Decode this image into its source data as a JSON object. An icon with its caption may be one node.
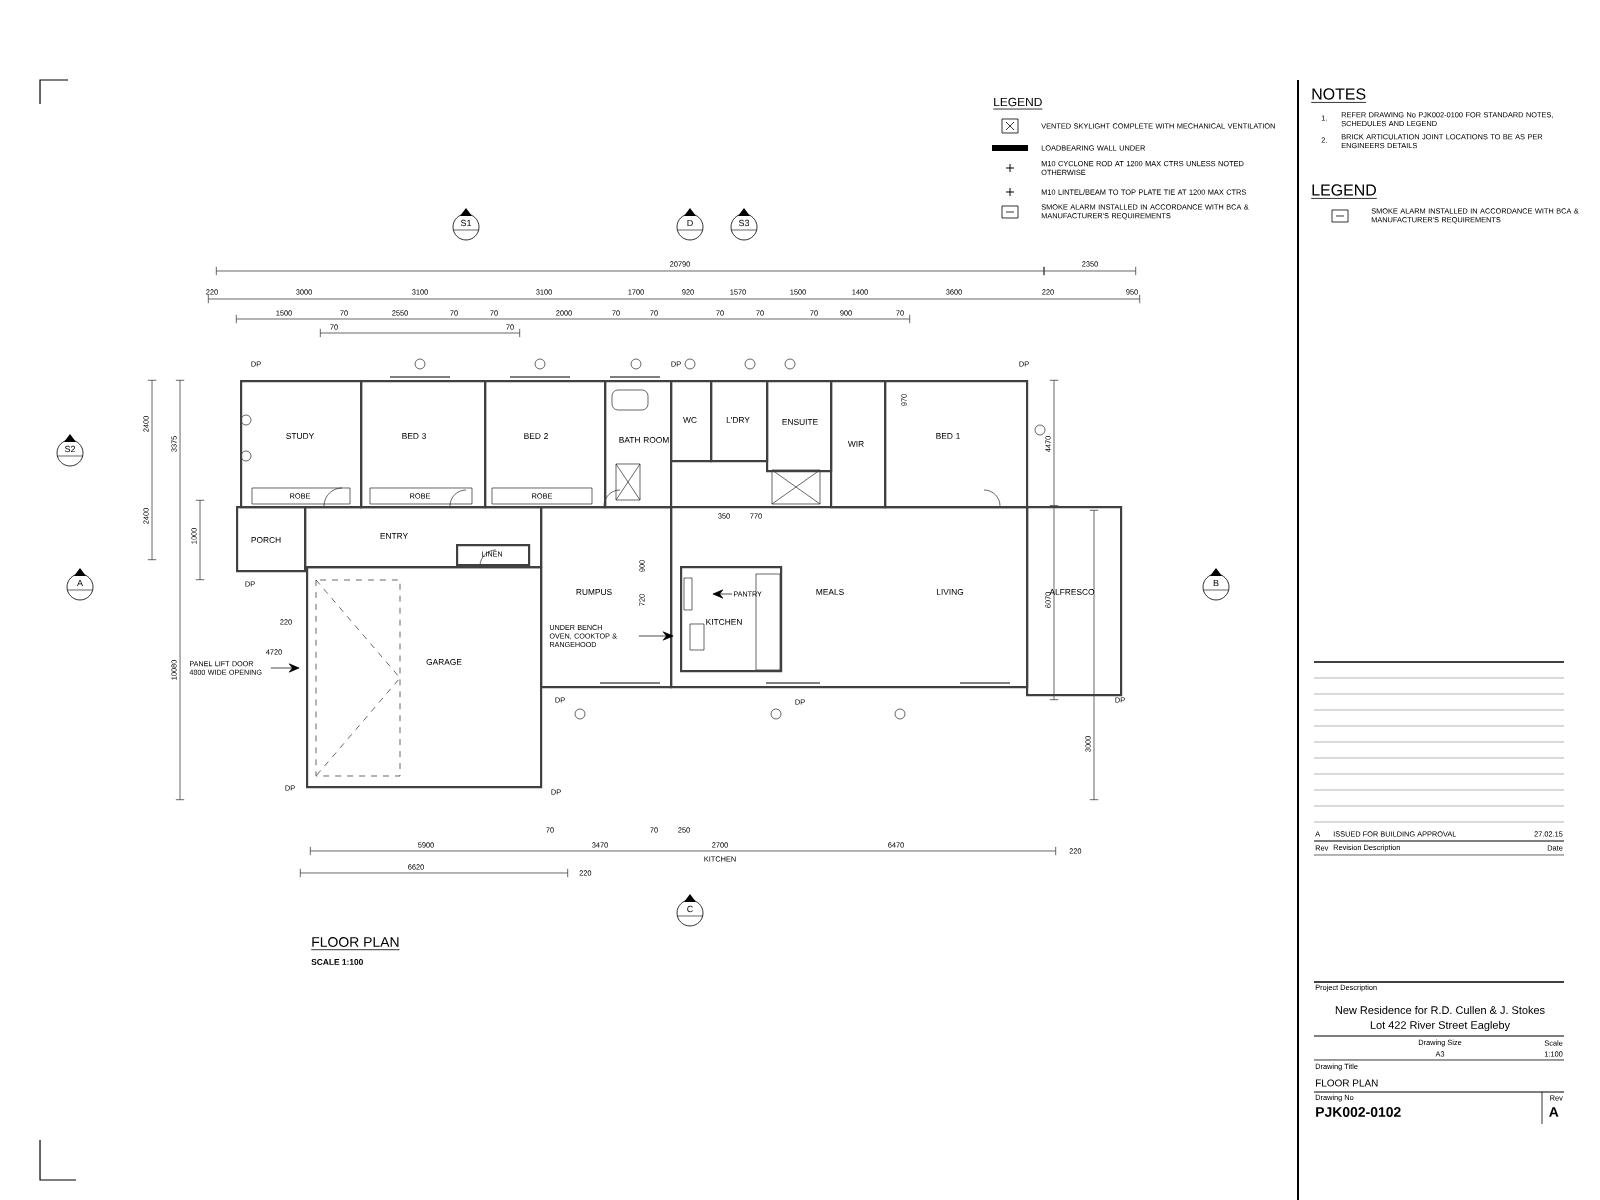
{
  "diagram": {
    "title": "FLOOR PLAN",
    "nodes": [
      {
        "text": [
          "STUDY"
        ]
      },
      {
        "text": [
          "BED 3"
        ]
      },
      {
        "text": [
          "BED 2"
        ]
      },
      {
        "text": [
          "BATH ROOM"
        ]
      },
      {
        "text": [
          "WC"
        ]
      },
      {
        "text": [
          "L'DRY"
        ]
      },
      {
        "text": [
          "ENSUITE"
        ]
      },
      {
        "text": [
          "WIR"
        ]
      },
      {
        "text": [
          "BED 1"
        ]
      },
      {
        "text": [
          "PORCH"
        ]
      },
      {
        "text": [
          "ENTRY"
        ]
      },
      {
        "text": [
          "LINEN"
        ],
        "in": 10
      },
      {
        "text": [
          "GARAGE"
        ]
      },
      {
        "text": [
          "RUMPUS"
        ]
      },
      {
        "text": [
          "KITCHEN"
        ],
        "in": 15
      },
      {
        "text": [
          "MEALS",
          "LIVING"
        ]
      },
      {
        "text": [
          "ALFRESCO"
        ]
      },
      {
        "text": [
          "PANTRY"
        ],
        "in": 14
      },
      {
        "text": [
          "UNDER BENCH OVEN, COOKTOP & RANGEHOOD"
        ],
        "in": 13
      },
      {
        "text": [
          "PANEL LIFT DOOR 4800 WIDE OPENING"
        ]
      }
    ],
    "edges": [
      {
        "from": 17,
        "to": null,
        "arrow": "to"
      },
      {
        "from": 18,
        "to": 14,
        "arrow": "to"
      },
      {
        "from": 19,
        "to": 12,
        "arrow": "to"
      }
    ],
    "labels": [
      "LEGEND",
      "NOTES",
      "1.",
      "REFER DRAWING No PJK002-0100 FOR STANDARD NOTES, SCHEDULES AND LEGEND",
      "2.",
      "BRICK ARTICULATION JOINT LOCATIONS TO BE AS PER ENGINEERS DETAILS",
      "LEGEND",
      "20790",
      "2350",
      "220",
      "3000",
      "3100",
      "3100",
      "1700",
      "920",
      "1570",
      "1500",
      "1400",
      "3600",
      "220",
      "950",
      "1500",
      "70",
      "2550",
      "70",
      "70",
      "2000",
      "70",
      "70",
      "70",
      "70",
      "70",
      "900",
      "70",
      "70",
      "70",
      "S1",
      "D",
      "S3",
      "S2",
      "A",
      "B",
      "C",
      "2400",
      "2400",
      "3375",
      "1000",
      "10080",
      "4470",
      "6070",
      "3000",
      "DP",
      "DP",
      "DP",
      "DP",
      "DP",
      "DP",
      "DP",
      "DP",
      "DP",
      "ROBE",
      "ROBE",
      "ROBE",
      "970",
      "350",
      "770",
      "900",
      "720",
      "220",
      "4720",
      "70",
      "70",
      "250",
      "5900",
      "3470",
      "2700",
      "KITCHEN",
      "6470",
      "220",
      "6620",
      "220",
      "SCALE 1:100",
      "A",
      "ISSUED FOR BUILDING APPROVAL",
      "27.02.15",
      "Rev",
      "Revision Description",
      "Date",
      "Project Description",
      "New Residence for R.D. Cullen & J. Stokes",
      "Lot 422 River Street Eagleby",
      "Drawing Size",
      "A3",
      "Scale",
      "1:100",
      "Drawing Title",
      "FLOOR PLAN",
      "Drawing No",
      "PJK002-0102",
      "Rev",
      "A"
    ],
    "legend": [
      {
        "text": "VENTED SKYLIGHT COMPLETE WITH MECHANICAL VENTILATION"
      },
      {
        "text": "LOADBEARING WALL UNDER"
      },
      {
        "text": "M10 CYCLONE ROD AT 1200 MAX CTRS UNLESS NOTED OTHERWISE"
      },
      {
        "text": "M10 LINTEL/BEAM TO TOP PLATE TIE AT 1200 MAX CTRS"
      },
      {
        "text": "SMOKE ALARM INSTALLED IN ACCORDANCE WITH BCA & MANUFACTURER'S REQUIREMENTS"
      },
      {
        "text": "SMOKE ALARM INSTALLED IN ACCORDANCE WITH BCA & MANUFACTURER'S REQUIREMENTS"
      }
    ]
  }
}
